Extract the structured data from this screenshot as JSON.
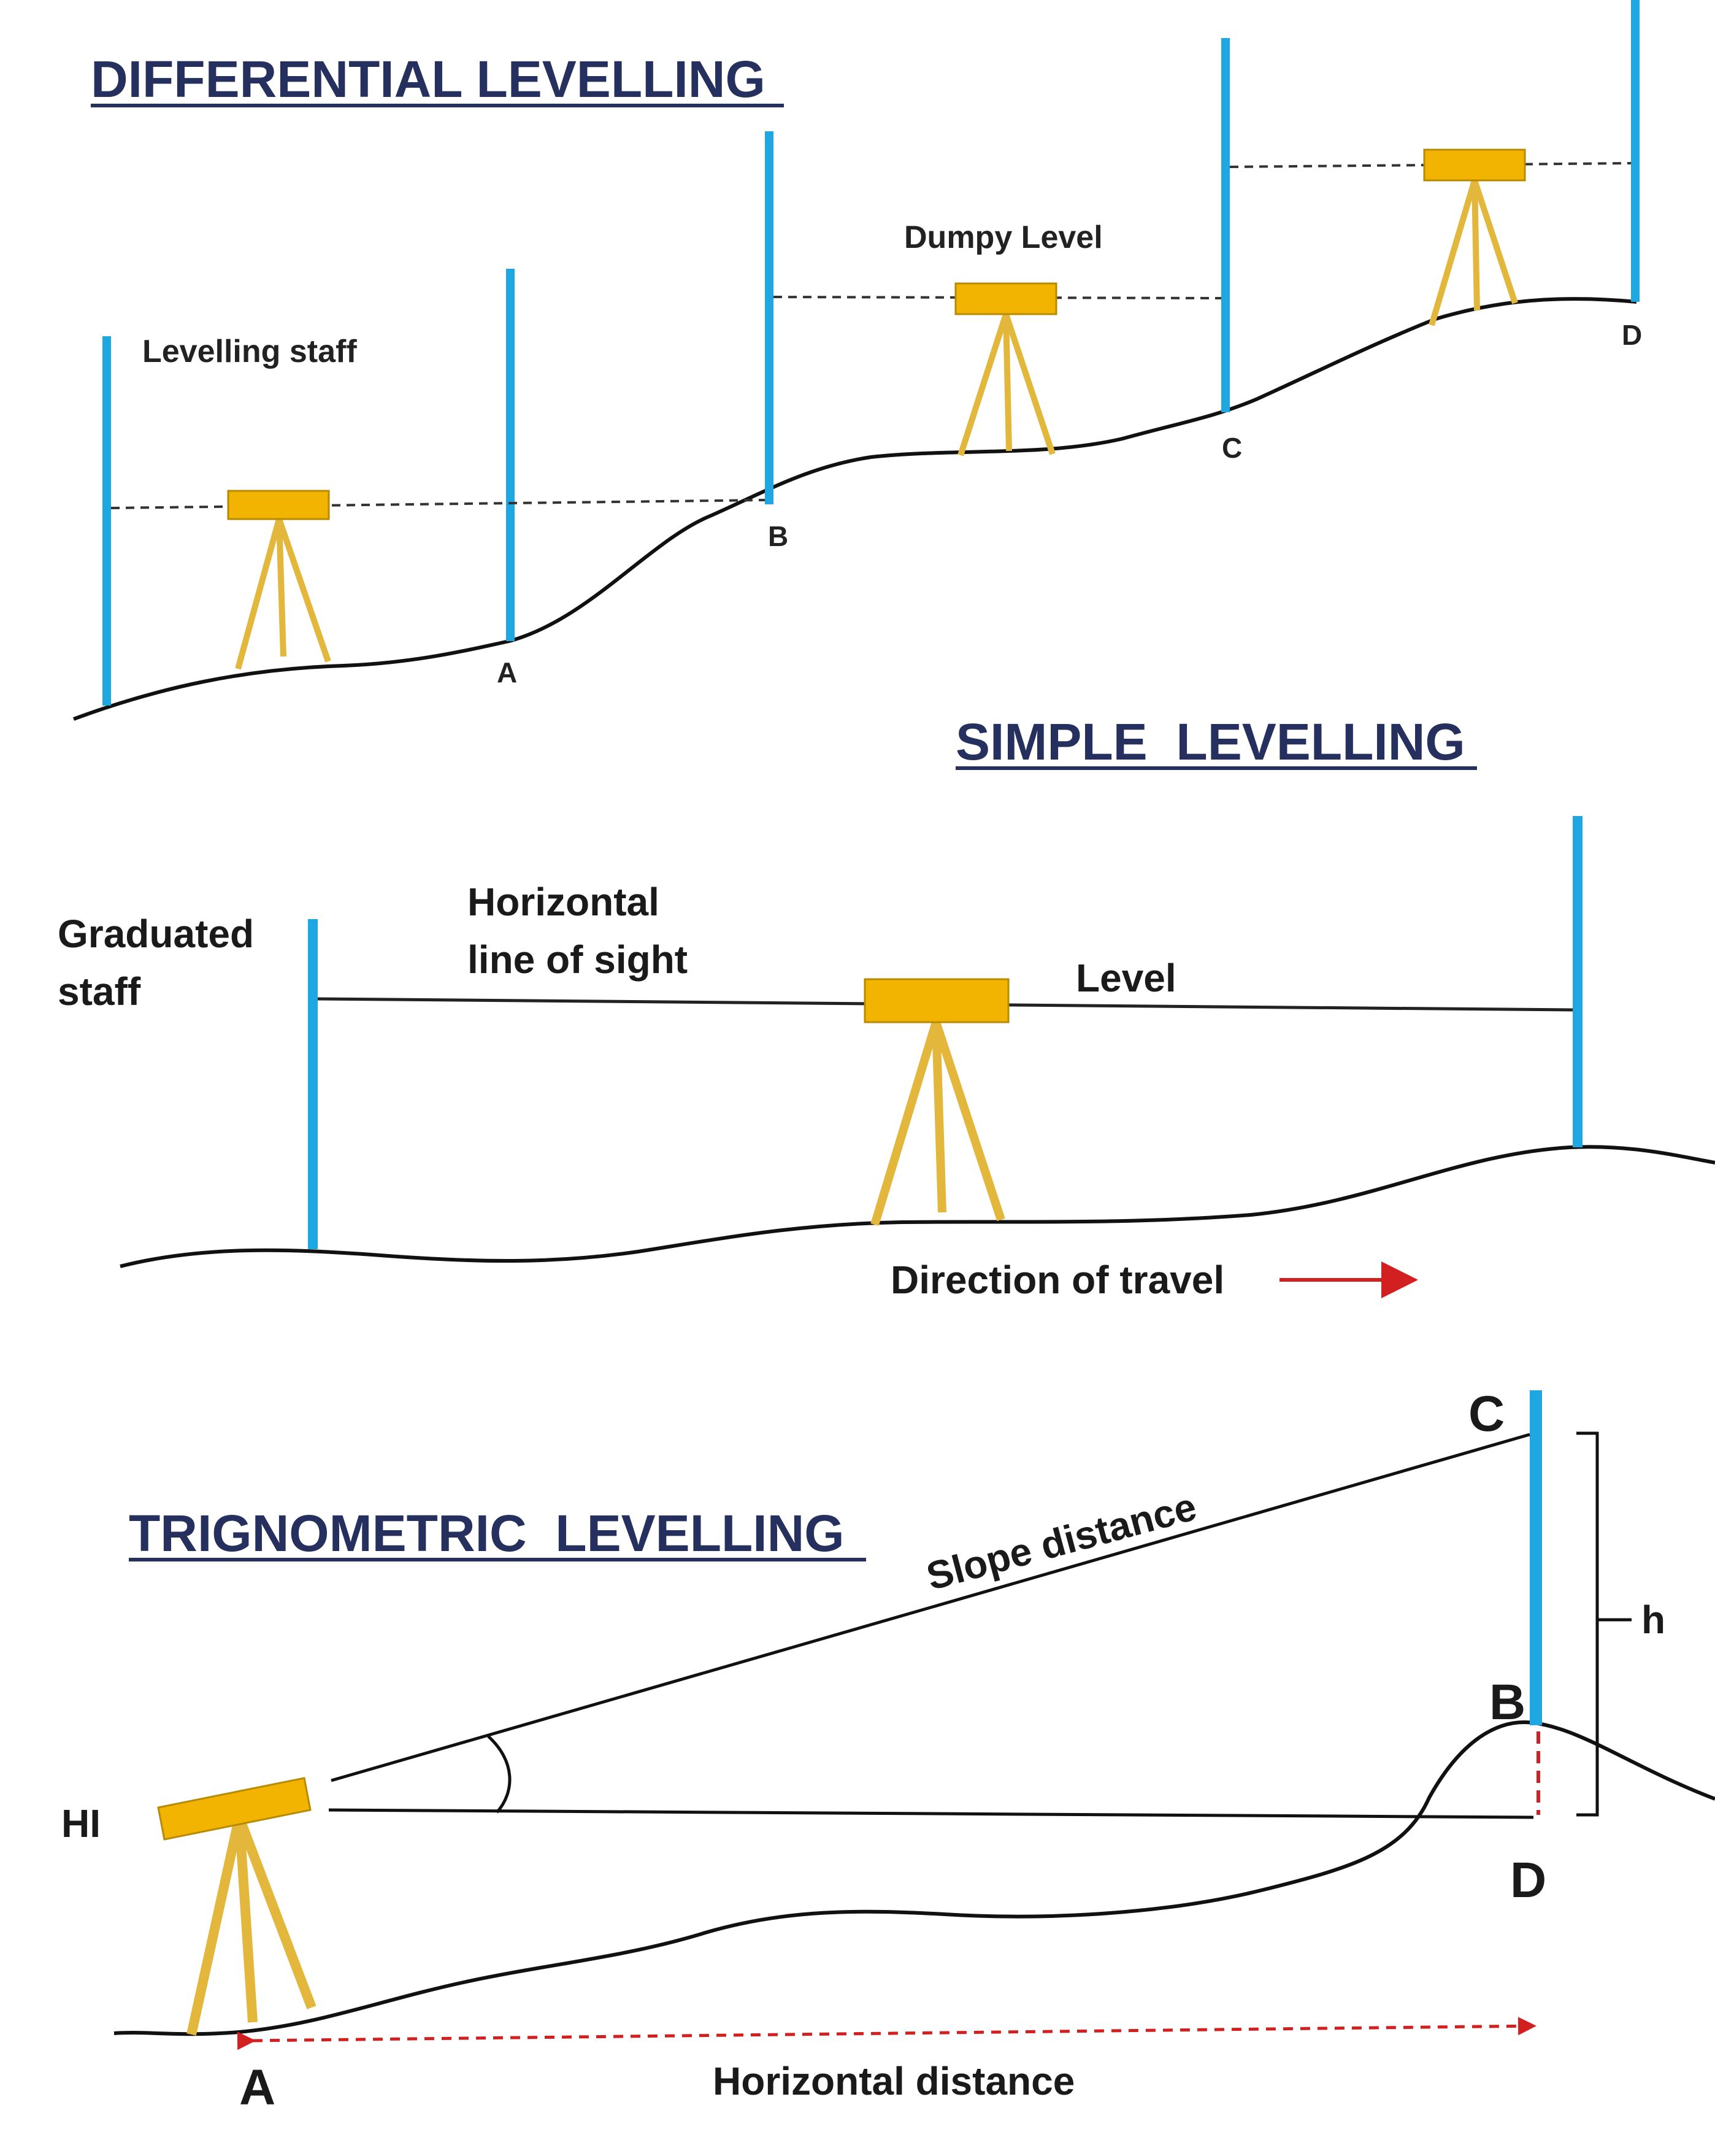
{
  "colors": {
    "staff": "#1ea7e1",
    "instrument": "#f2b400",
    "instrument_edge": "#b88a00",
    "tripod": "#e2b73c",
    "ground": "#111111",
    "heading": "#26305e",
    "dashed_red": "#d22020"
  },
  "differential": {
    "title": "DIFFERENTIAL LEVELLING",
    "staff_label": "Levelling staff",
    "instrument_label": "Dumpy Level",
    "points": [
      "A",
      "B",
      "C",
      "D"
    ]
  },
  "simple": {
    "title": "SIMPLE  LEVELLING",
    "staff_label_line1": "Graduated",
    "staff_label_line2": "staff",
    "sight_label_line1": "Horizontal",
    "sight_label_line2": "line of sight",
    "level_label": "Level",
    "direction_label": "Direction of travel"
  },
  "trig": {
    "title": "TRIGNOMETRIC  LEVELLING",
    "slope_label": "Slope distance",
    "hi_label": "HI",
    "h_label": "h",
    "horizontal_label": "Horizontal distance",
    "point_a": "A",
    "point_b": "B",
    "point_c": "C",
    "point_d": "D"
  }
}
